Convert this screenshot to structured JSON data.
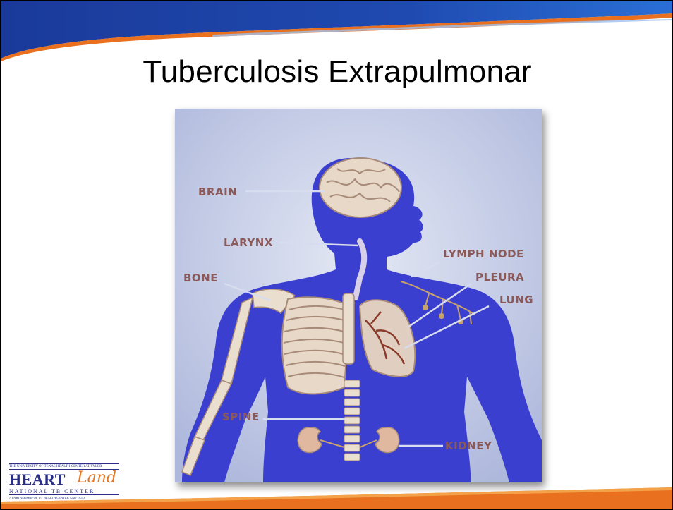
{
  "slide": {
    "title": "Tuberculosis Extrapulmonar"
  },
  "figure": {
    "labels": {
      "brain": "BRAIN",
      "larynx": "LARYNX",
      "lymph_node": "LYMPH NODE",
      "bone": "BONE",
      "pleura": "PLEURA",
      "lung": "LUNG",
      "spine": "SPINE",
      "kidney": "KIDNEY"
    }
  },
  "logo": {
    "top_line": "THE UNIVERSITY OF TEXAS HEALTH CENTER AT TYLER",
    "heart": "HEART",
    "land": "Land",
    "center": "NATIONAL TB CENTER",
    "bottom_line": "A PARTNERSHIP OF UT HEALTH CENTER AND TCID"
  },
  "colors": {
    "band_blue": "#1f3f9e",
    "band_orange": "#e8701f",
    "body_blue": "#3b3fcf",
    "frame_bg": "#c9cfe6",
    "label_color": "#8a5a5a"
  }
}
